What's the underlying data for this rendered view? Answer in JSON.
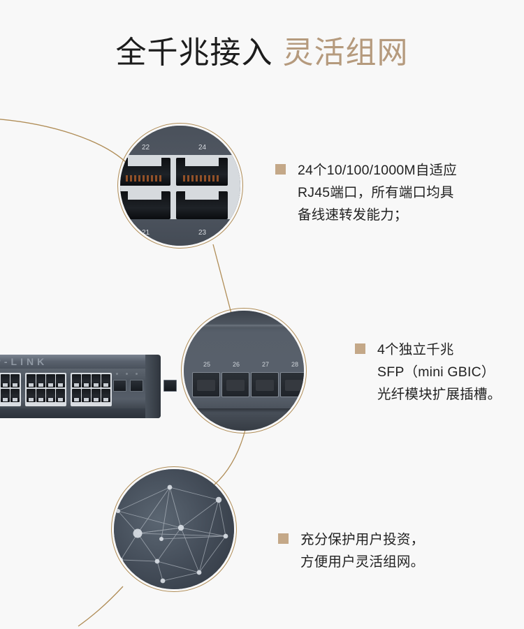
{
  "page": {
    "background_color": "#f8f8f8",
    "accent_color": "#b59a7d",
    "bullet_color": "#c4a888",
    "line_color": "#b08d57"
  },
  "title": {
    "main": "全千兆接入",
    "accent": "灵活组网"
  },
  "product": {
    "name": "rack-mount-gigabit-switch",
    "brand_mark": "TP-LINK",
    "rj45_port_count": 24,
    "sfp_slot_count": 4
  },
  "callouts": [
    {
      "id": "rj45-ports",
      "image_label": "rj45-port-closeup",
      "port_labels_top": [
        "22",
        "24"
      ],
      "port_labels_bottom": [
        "21",
        "23"
      ],
      "text": "24个10/100/1000M自适应\nRJ45端口，所有端口均具\n备线速转发能力；"
    },
    {
      "id": "sfp-slots",
      "image_label": "sfp-slot-closeup",
      "port_labels": [
        "25",
        "26",
        "27",
        "28"
      ],
      "text": "4个独立千兆\nSFP（mini GBIC）\n光纤模块扩展插槽。"
    },
    {
      "id": "network-topology",
      "image_label": "network-mesh-graphic",
      "text": "充分保护用户投资，\n方便用户灵活组网。"
    }
  ]
}
